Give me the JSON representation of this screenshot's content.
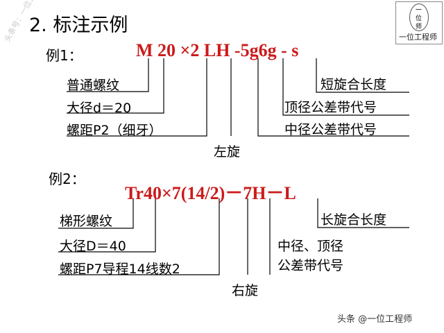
{
  "title": "2. 标注示例",
  "watermark": "头条号：一位工程师",
  "logo": {
    "name": "一位工程师",
    "glyphs": [
      "一",
      "位",
      "师"
    ]
  },
  "example1": {
    "label": "例1：",
    "code": "M 20 ×2 LH -5g6g - s",
    "annotations": {
      "thread_type": "普通螺纹",
      "major_diameter": "大径d＝20",
      "pitch": "螺距P2（细牙）",
      "left_hand": "左旋",
      "short_engagement": "短旋合长度",
      "crest_tolerance": "顶径公差带代号",
      "pitch_tolerance": "中径公差带代号"
    }
  },
  "example2": {
    "label": "例2：",
    "code": "Tr40×7(14/2)－7H－L",
    "annotations": {
      "thread_type": "梯形螺纹",
      "major_diameter": "大径D＝40",
      "pitch_lead": "螺距P7导程14线数2",
      "right_hand": "右旋",
      "long_engagement": "长旋合长度",
      "tolerance_line1": "中径、顶径",
      "tolerance_line2": "公差带代号"
    }
  },
  "footer": "头条 @一位工程师"
}
